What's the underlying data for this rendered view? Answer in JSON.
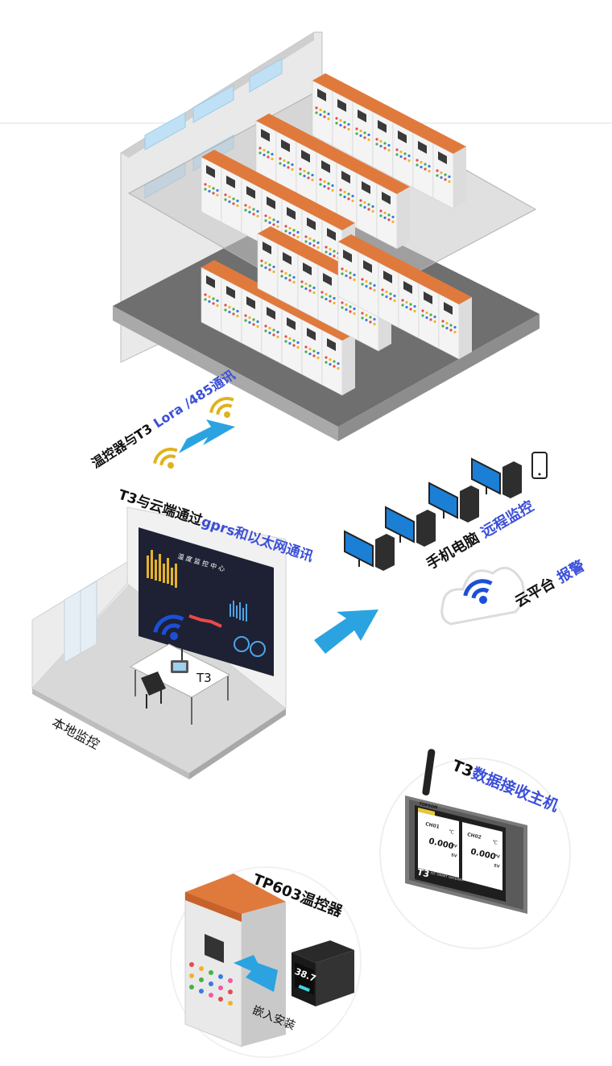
{
  "labels": {
    "lora_prefix": "温控器与T3 ",
    "lora_blue": "Lora /485通讯",
    "cloud_prefix": "T3与云端通过",
    "cloud_blue": "gprs和以太网通讯",
    "remote_prefix": "手机电脑 ",
    "remote_blue": "远程监控",
    "cloud_platform_prefix": "云平台 ",
    "cloud_platform_blue": "报警",
    "local_monitoring": "本地监控",
    "gateway_prefix": "T3",
    "gateway_blue": "数据接收主机",
    "controller": "TP603温控器",
    "embedded": "嵌入安装",
    "desk_device": "T3"
  },
  "screen": {
    "title": "温 度 监 控 中 心"
  },
  "gateway": {
    "brand": "TOPSON",
    "logo": "T3",
    "subtitle": "IOT SMART GATEWAY",
    "ch1": "CH01",
    "ch2": "CH02",
    "value1": "0.000",
    "value2": "0.000",
    "unit_c": "℃",
    "pv": "PV",
    "sv": "SV"
  },
  "controller_display": {
    "value": "38.7"
  },
  "colors": {
    "accent_blue": "#3b4fd8",
    "arrow_blue": "#2aa3e0",
    "cabinet_orange": "#e07a3c",
    "signal_yellow": "#e0b21c"
  },
  "icons": [
    "wifi-signal-icon",
    "cloud-wifi-icon",
    "computer-icon",
    "phone-icon",
    "arrow-icon"
  ]
}
